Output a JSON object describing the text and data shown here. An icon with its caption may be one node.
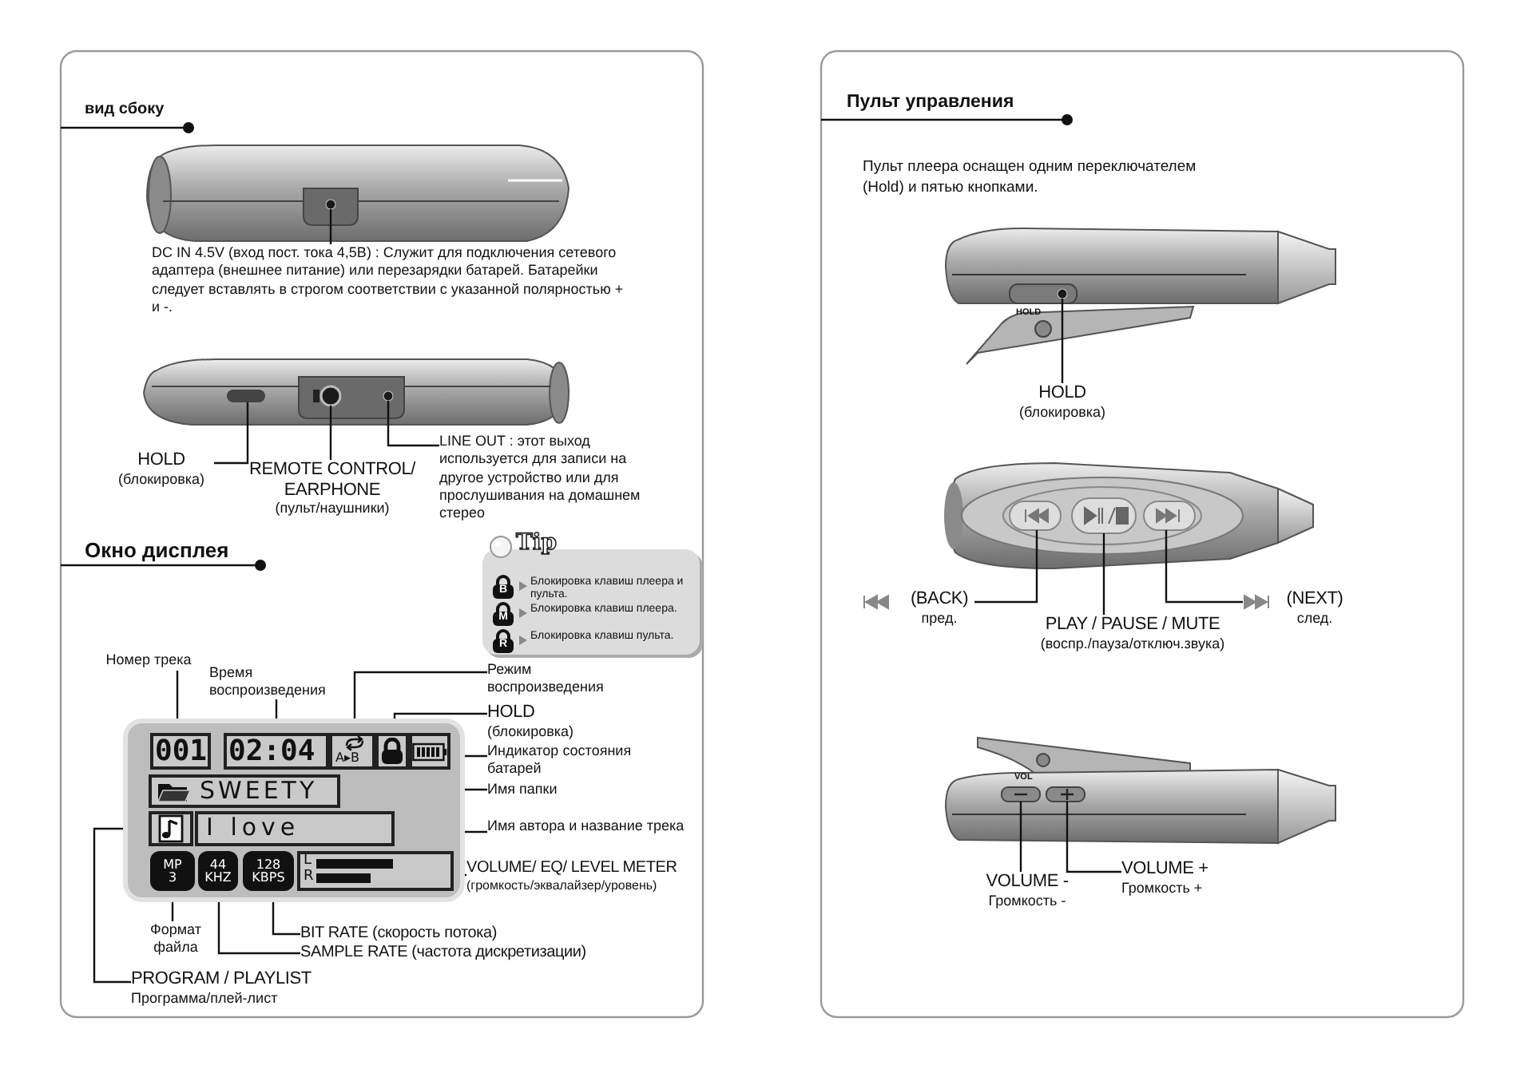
{
  "diagram": {
    "nodes": [
      {
        "text": [
          "DC IN 4.5V (вход пост. тока 4,5В)  : Служит для подключения сетевого адаптера (внешнее питание) или перезарядки батарей. Батарейки следует вставлять в строгом соответствии с указанной полярностью + и -."
        ]
      },
      {
        "text": [
          "HOLD",
          "(блокировка)"
        ]
      },
      {
        "text": [
          "REMOTE CONTROL/ EARPHONE",
          "(пульт/наушники)"
        ]
      },
      {
        "text": [
          "LINE OUT : этот выход используется для записи на другое устройство или для прослушивания на домашнем стерео"
        ]
      },
      {
        "text": [
          "Tip"
        ]
      },
      {
        "text": [
          "B"
        ],
        "in": 4,
        "beside": [
          "Блокировка клавиш плеера и пульта."
        ]
      },
      {
        "text": [
          "M"
        ],
        "in": 4,
        "beside": [
          "Блокировка клавиш плеера."
        ]
      },
      {
        "text": [
          "R"
        ],
        "in": 4,
        "beside": [
          "Блокировка клавиш пульта."
        ]
      },
      {
        "text": [
          "Номер трека"
        ]
      },
      {
        "text": [
          "Время воспроизведения"
        ]
      },
      {
        "text": [
          "Режим воспроизведения"
        ]
      },
      {
        "text": [
          "HOLD",
          "(блокировка)"
        ]
      },
      {
        "text": [],
        "shape": "box"
      },
      {
        "text": [
          "001"
        ],
        "in": 12
      },
      {
        "text": [
          "02:04"
        ],
        "in": 12
      },
      {
        "text": [
          "A▸B"
        ],
        "in": 12
      },
      {
        "text": [],
        "shape": "lock",
        "in": 12
      },
      {
        "text": [],
        "shape": "battery",
        "in": 12
      },
      {
        "text": [
          "Индикатор состояния батарей"
        ]
      },
      {
        "text": [
          "SWEETY"
        ],
        "in": 12
      },
      {
        "text": [
          "Имя папки"
        ]
      },
      {
        "text": [],
        "shape": "box",
        "in": 12
      },
      {
        "text": [
          "I love"
        ],
        "in": 12
      },
      {
        "text": [
          "Имя автора и название трека"
        ]
      },
      {
        "text": [
          "MP 3"
        ],
        "in": 12
      },
      {
        "text": [
          "44 KHZ"
        ],
        "in": 12
      },
      {
        "text": [
          "128 KBPS"
        ],
        "in": 12
      },
      {
        "text": [
          "L",
          "R"
        ],
        "in": 12
      },
      {
        "text": [
          "VOLUME/ EQ/ LEVEL METER",
          "(громкость/эквалайзер/уровень)"
        ]
      },
      {
        "text": [
          "Формат файла"
        ]
      },
      {
        "text": [
          "BIT RATE (скорость потока)"
        ]
      },
      {
        "text": [
          "SAMPLE RATE (частота дискретизации)"
        ]
      },
      {
        "text": [
          "PROGRAM / PLAYLIST",
          "Программа/плей-лист"
        ]
      },
      {
        "text": [
          "HOLD",
          "(блокировка)"
        ]
      },
      {
        "text": [
          "(BACK)",
          "пред."
        ]
      },
      {
        "text": [
          "PLAY / PAUSE / MUTE",
          "(воспр./пауза/отключ.звука)"
        ]
      },
      {
        "text": [
          "(NEXT)",
          "след."
        ]
      },
      {
        "text": [
          "VOLUME -",
          "Громкость -"
        ]
      },
      {
        "text": [
          "VOLUME +",
          "Громкость +"
        ]
      },
      {
        "text": [],
        "shape": "circle"
      },
      {
        "text": [],
        "shape": "box"
      },
      {
        "text": [],
        "shape": "circle"
      },
      {
        "text": [],
        "shape": "circle"
      },
      {
        "text": [],
        "shape": "circle"
      },
      {
        "text": [],
        "shape": "box"
      },
      {
        "text": [],
        "shape": "box"
      },
      {
        "text": [],
        "shape": "box"
      },
      {
        "text": [],
        "shape": "box"
      },
      {
        "text": [],
        "shape": "box"
      }
    ],
    "edges": [
      {
        "from": 0,
        "to": 39,
        "arrow": "none"
      },
      {
        "from": 1,
        "to": 40,
        "arrow": "none"
      },
      {
        "from": 2,
        "to": 41,
        "arrow": "none"
      },
      {
        "from": 3,
        "to": 42,
        "arrow": "none"
      },
      {
        "from": 8,
        "to": 13,
        "arrow": "none"
      },
      {
        "from": 9,
        "to": 14,
        "arrow": "none"
      },
      {
        "from": 10,
        "to": 15,
        "arrow": "none"
      },
      {
        "from": 11,
        "to": 16,
        "arrow": "none"
      },
      {
        "from": 18,
        "to": 17,
        "arrow": "none"
      },
      {
        "from": 20,
        "to": 19,
        "arrow": "none"
      },
      {
        "from": 23,
        "to": 22,
        "arrow": "none"
      },
      {
        "from": 28,
        "to": 27,
        "arrow": "none"
      },
      {
        "from": 29,
        "to": 24,
        "arrow": "none"
      },
      {
        "from": 30,
        "to": 26,
        "arrow": "none"
      },
      {
        "from": 31,
        "to": 25,
        "arrow": "none"
      },
      {
        "from": 32,
        "to": 21,
        "arrow": "none"
      },
      {
        "from": 33,
        "to": 43,
        "arrow": "none"
      },
      {
        "from": 34,
        "to": 44,
        "arrow": "none"
      },
      {
        "from": 35,
        "to": 45,
        "arrow": "none"
      },
      {
        "from": 36,
        "to": 46,
        "arrow": "none"
      },
      {
        "from": 37,
        "to": 47,
        "arrow": "none"
      },
      {
        "from": 38,
        "to": 48,
        "arrow": "none"
      }
    ],
    "labels": [
      "вид сбоку",
      "Окно дисплея",
      "Пульт управления",
      "Пульт плеера оснащен одним переключателем (Hold) и пятью кнопками.",
      "HOLD",
      "VOL"
    ]
  }
}
